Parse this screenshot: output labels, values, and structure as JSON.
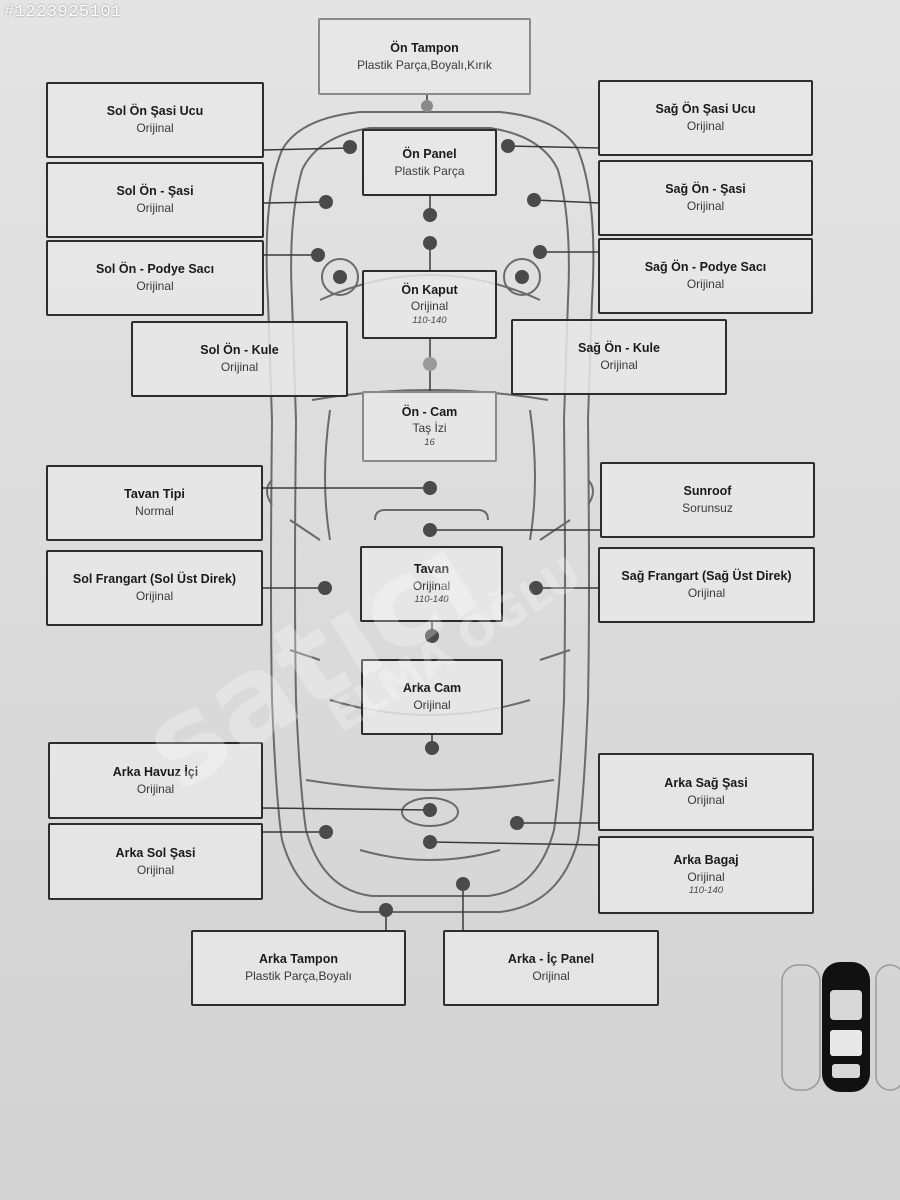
{
  "stock_id": "#1223925101",
  "watermark": {
    "main": "satıcı",
    "sub": "ELMA OĞLU"
  },
  "parts": {
    "on_tampon": {
      "title": "Ön Tampon",
      "status": "Plastik Parça,Boyalı,Kırık"
    },
    "sol_on_sasi_ucu": {
      "title": "Sol Ön Şasi Ucu",
      "status": "Orijinal"
    },
    "sag_on_sasi_ucu": {
      "title": "Sağ Ön Şasi Ucu",
      "status": "Orijinal"
    },
    "on_panel": {
      "title": "Ön Panel",
      "status": "Plastik Parça"
    },
    "sol_on_sasi": {
      "title": "Sol Ön - Şasi",
      "status": "Orijinal"
    },
    "sag_on_sasi": {
      "title": "Sağ Ön - Şasi",
      "status": "Orijinal"
    },
    "sol_on_podye": {
      "title": "Sol Ön - Podye Sacı",
      "status": "Orijinal"
    },
    "sag_on_podye": {
      "title": "Sağ Ön - Podye Sacı",
      "status": "Orijinal"
    },
    "on_kaput": {
      "title": "Ön Kaput",
      "status": "Orijinal",
      "extra": "110-140"
    },
    "sol_on_kule": {
      "title": "Sol Ön - Kule",
      "status": "Orijinal"
    },
    "sag_on_kule": {
      "title": "Sağ Ön - Kule",
      "status": "Orijinal"
    },
    "on_cam": {
      "title": "Ön - Cam",
      "status": "Taş İzi",
      "extra": "16"
    },
    "tavan_tipi": {
      "title": "Tavan Tipi",
      "status": "Normal"
    },
    "sunroof": {
      "title": "Sunroof",
      "status": "Sorunsuz"
    },
    "sol_frangart": {
      "title": "Sol Frangart (Sol Üst Direk)",
      "status": "Orijinal"
    },
    "tavan": {
      "title": "Tavan",
      "status": "Orijinal",
      "extra": "110-140"
    },
    "sag_frangart": {
      "title": "Sağ Frangart (Sağ Üst Direk)",
      "status": "Orijinal"
    },
    "arka_cam": {
      "title": "Arka Cam",
      "status": "Orijinal"
    },
    "arka_havuz_ici": {
      "title": "Arka Havuz İçi",
      "status": "Orijinal"
    },
    "arka_sag_sasi": {
      "title": "Arka Sağ Şasi",
      "status": "Orijinal"
    },
    "arka_sol_sasi": {
      "title": "Arka Sol Şasi",
      "status": "Orijinal"
    },
    "arka_bagaj": {
      "title": "Arka Bagaj",
      "status": "Orijinal",
      "extra": "110-140"
    },
    "arka_tampon": {
      "title": "Arka Tampon",
      "status": "Plastik Parça,Boyalı"
    },
    "arka_ic_panel": {
      "title": "Arka - İç Panel",
      "status": "Orijinal"
    }
  }
}
